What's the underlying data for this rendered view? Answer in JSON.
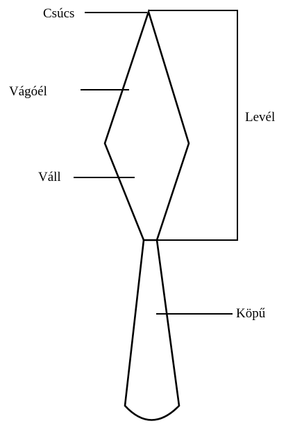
{
  "labels": {
    "tip": "Csúcs",
    "blade_edge": "Vágóél",
    "shoulder": "Váll",
    "leaf": "Levél",
    "socket": "Köpű"
  }
}
